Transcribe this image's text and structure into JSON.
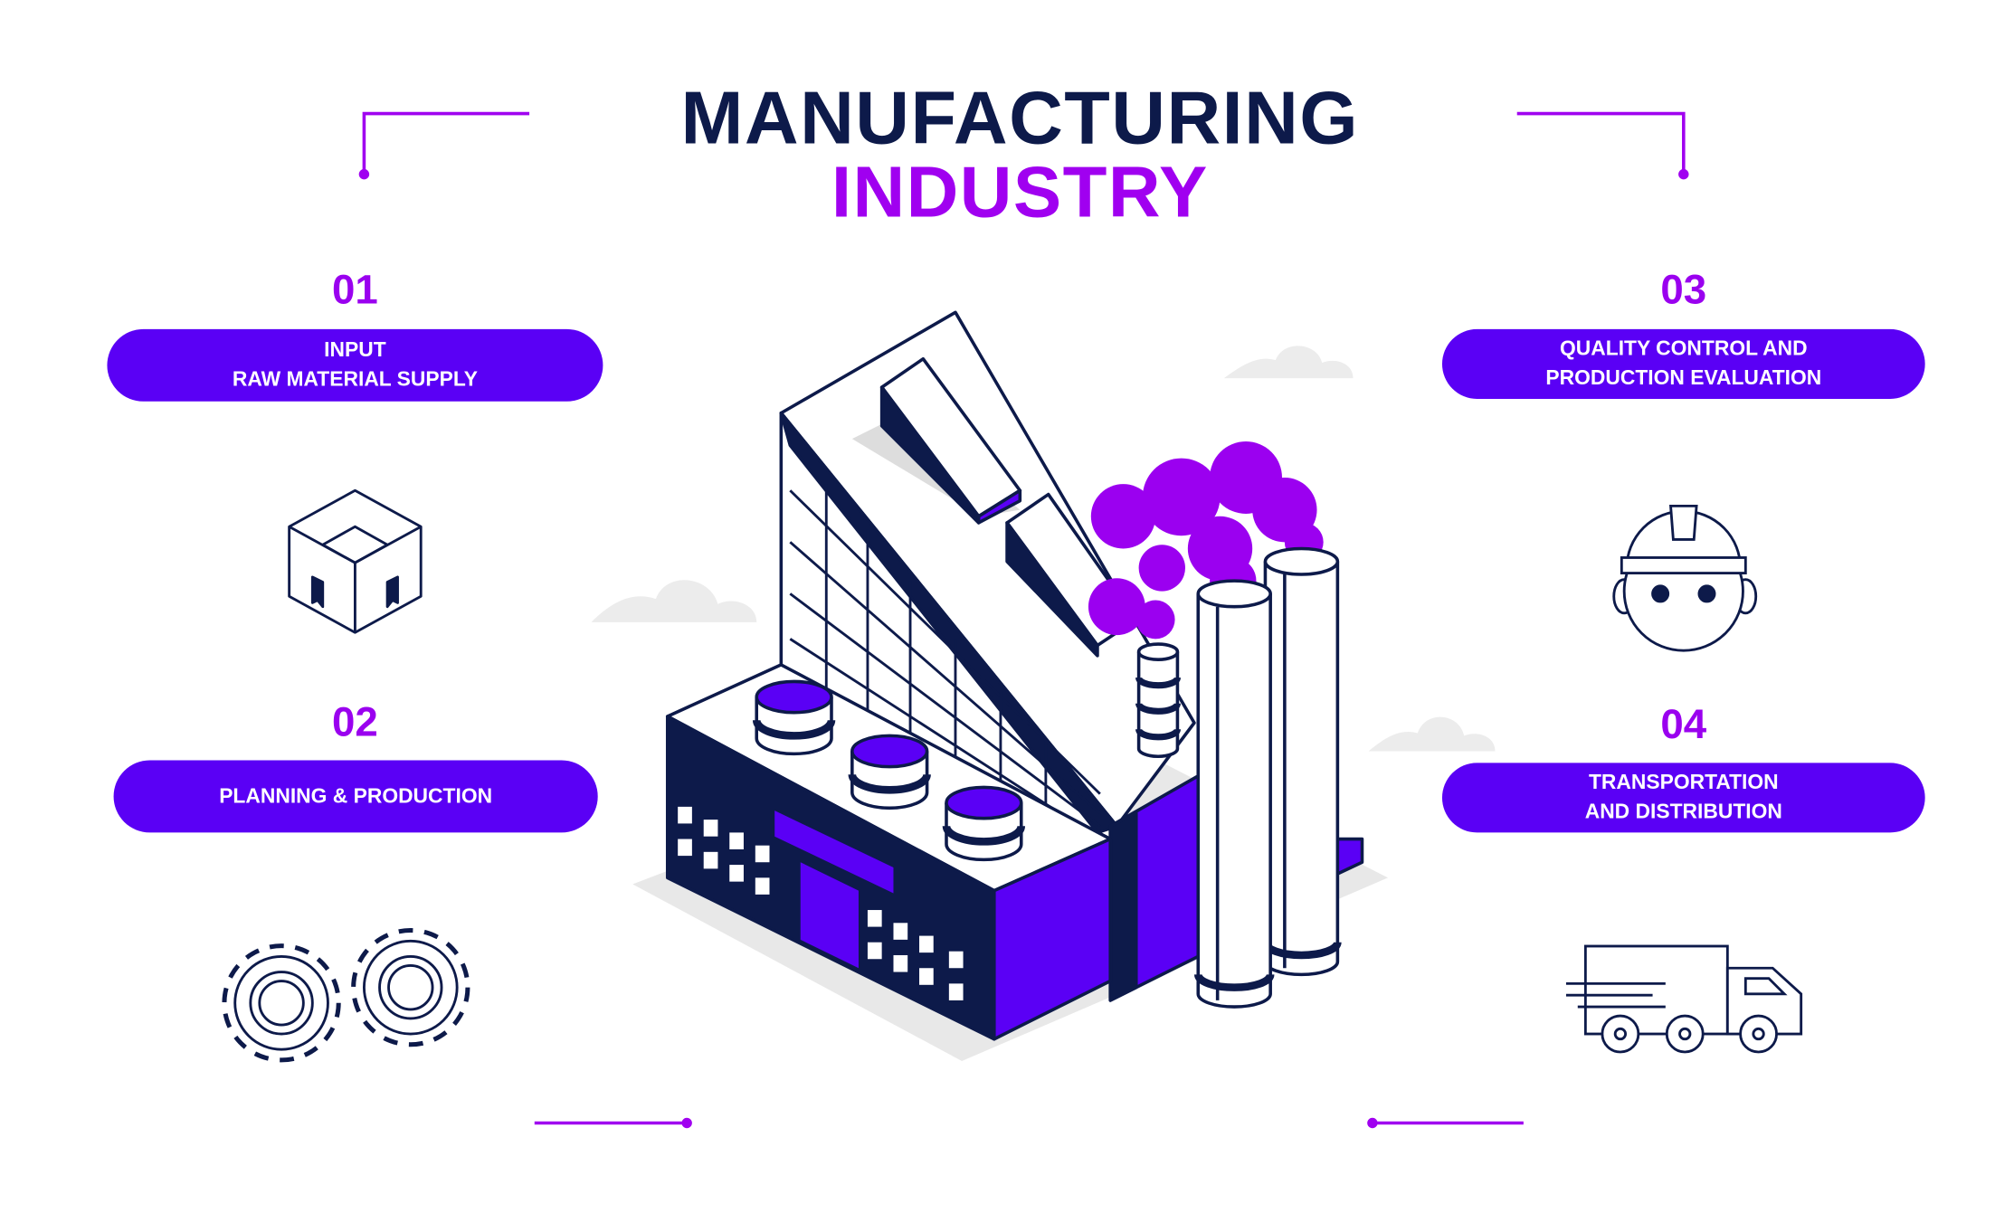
{
  "title": {
    "line1": "MANUFACTURING",
    "line2": "INDUSTRY"
  },
  "steps": [
    {
      "number": "01",
      "line1": "INPUT",
      "line2": "RAW MATERIAL SUPPLY",
      "icon": "box-icon"
    },
    {
      "number": "02",
      "line1": "PLANNING & PRODUCTION",
      "line2": "",
      "icon": "gears-icon"
    },
    {
      "number": "03",
      "line1": "QUALITY CONTROL AND",
      "line2": "PRODUCTION EVALUATION",
      "icon": "worker-helmet-icon"
    },
    {
      "number": "04",
      "line1": "TRANSPORTATION",
      "line2": "AND DISTRIBUTION",
      "icon": "delivery-truck-icon"
    }
  ],
  "colors": {
    "navy": "#0d1a4a",
    "purple": "#5a00f5",
    "accent": "#a000f0"
  }
}
